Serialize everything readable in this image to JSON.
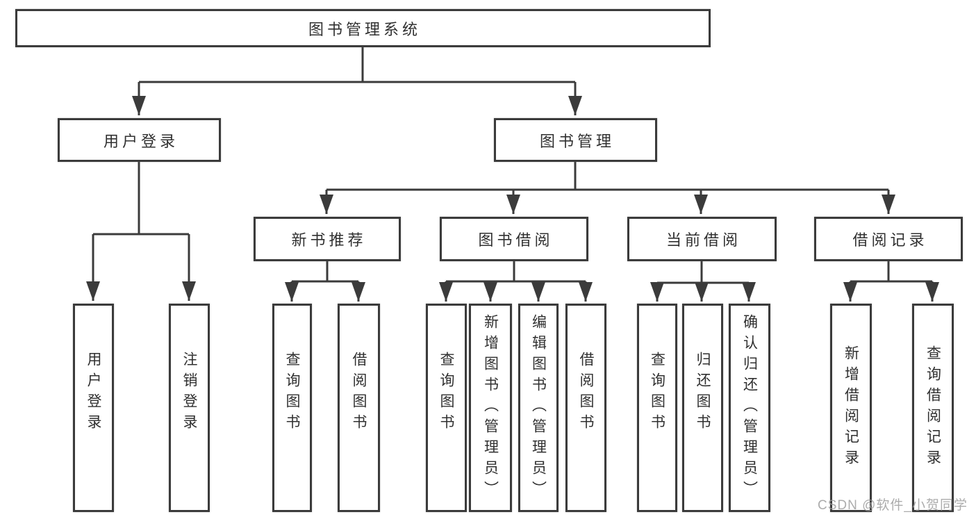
{
  "diagram": {
    "root": {
      "label": "图书管理系统"
    },
    "level2": [
      {
        "label": "用户登录"
      },
      {
        "label": "图书管理"
      }
    ],
    "level3": [
      {
        "label": "新书推荐"
      },
      {
        "label": "图书借阅"
      },
      {
        "label": "当前借阅"
      },
      {
        "label": "借阅记录"
      }
    ],
    "leaves": [
      {
        "label": "用户登录"
      },
      {
        "label": "注销登录"
      },
      {
        "label": "查询图书"
      },
      {
        "label": "借阅图书"
      },
      {
        "label": "查询图书"
      },
      {
        "label": "新增图书（管理员）"
      },
      {
        "label": "编辑图书（管理员）"
      },
      {
        "label": "借阅图书"
      },
      {
        "label": "查询图书"
      },
      {
        "label": "归还图书"
      },
      {
        "label": "确认归还（管理员）"
      },
      {
        "label": "新增借阅记录"
      },
      {
        "label": "查询借阅记录"
      }
    ]
  },
  "watermark": {
    "text": "CSDN @软件_小贺同学"
  },
  "colors": {
    "line": "#3b3b3b",
    "text": "#303030",
    "box_fill": "#ffffff",
    "watermark": "#9e9e9e",
    "background": "#ffffff"
  }
}
